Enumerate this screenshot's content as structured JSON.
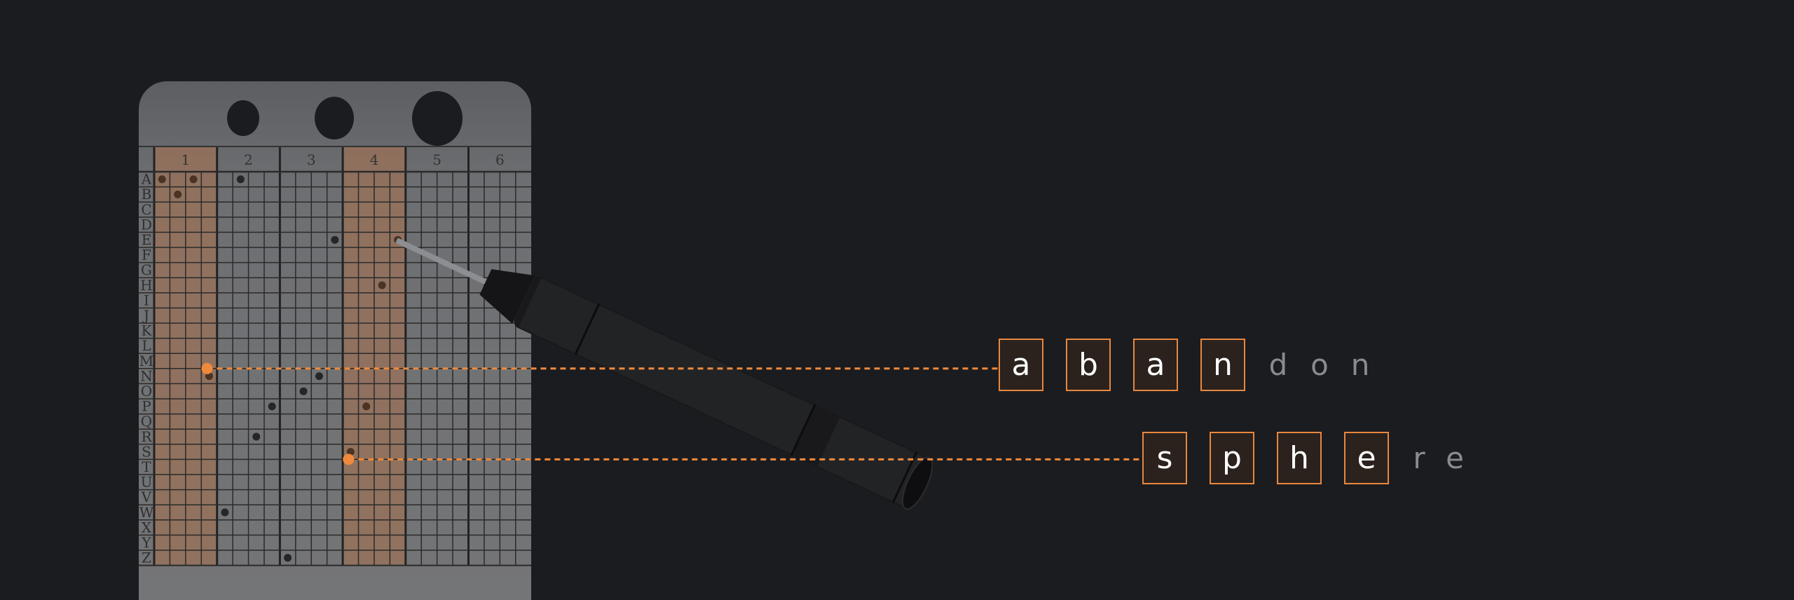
{
  "plate": {
    "columns": [
      "1",
      "2",
      "3",
      "4",
      "5",
      "6"
    ],
    "highlighted_columns": [
      "1",
      "4"
    ],
    "rows": [
      "A",
      "B",
      "C",
      "D",
      "E",
      "F",
      "G",
      "H",
      "I",
      "J",
      "K",
      "L",
      "M",
      "N",
      "O",
      "P",
      "Q",
      "R",
      "S",
      "T",
      "U",
      "V",
      "W",
      "X",
      "Y",
      "Z"
    ],
    "punched_holes": [
      {
        "row": "A",
        "col": 1,
        "sub": 1
      },
      {
        "row": "A",
        "col": 1,
        "sub": 3
      },
      {
        "row": "A",
        "col": 2,
        "sub": 2
      },
      {
        "row": "B",
        "col": 1,
        "sub": 2
      },
      {
        "row": "E",
        "col": 3,
        "sub": 4
      },
      {
        "row": "E",
        "col": 4,
        "sub": 4
      },
      {
        "row": "H",
        "col": 4,
        "sub": 3
      },
      {
        "row": "N",
        "col": 1,
        "sub": 4
      },
      {
        "row": "N",
        "col": 3,
        "sub": 3
      },
      {
        "row": "O",
        "col": 3,
        "sub": 2
      },
      {
        "row": "P",
        "col": 2,
        "sub": 4
      },
      {
        "row": "P",
        "col": 4,
        "sub": 2
      },
      {
        "row": "R",
        "col": 2,
        "sub": 3
      },
      {
        "row": "S",
        "col": 4,
        "sub": 1
      },
      {
        "row": "W",
        "col": 2,
        "sub": 1
      },
      {
        "row": "Z",
        "col": 3,
        "sub": 1
      }
    ]
  },
  "words": [
    {
      "typed": [
        "a",
        "b",
        "a",
        "n"
      ],
      "rest": [
        "d",
        "o",
        "n"
      ],
      "marker": {
        "row_between": [
          "M",
          "N"
        ],
        "col": 1,
        "sub": 4
      }
    },
    {
      "typed": [
        "s",
        "p",
        "h",
        "e"
      ],
      "rest": [
        "r",
        "e"
      ],
      "marker": {
        "row_between": [
          "S",
          "T"
        ],
        "col": 4,
        "sub": 1
      }
    }
  ],
  "colors": {
    "accent": "#ef8a3c",
    "background": "#1b1c1f",
    "plate": "#737476",
    "highlight": "#8e7565",
    "muted_text": "#8a8b90"
  }
}
